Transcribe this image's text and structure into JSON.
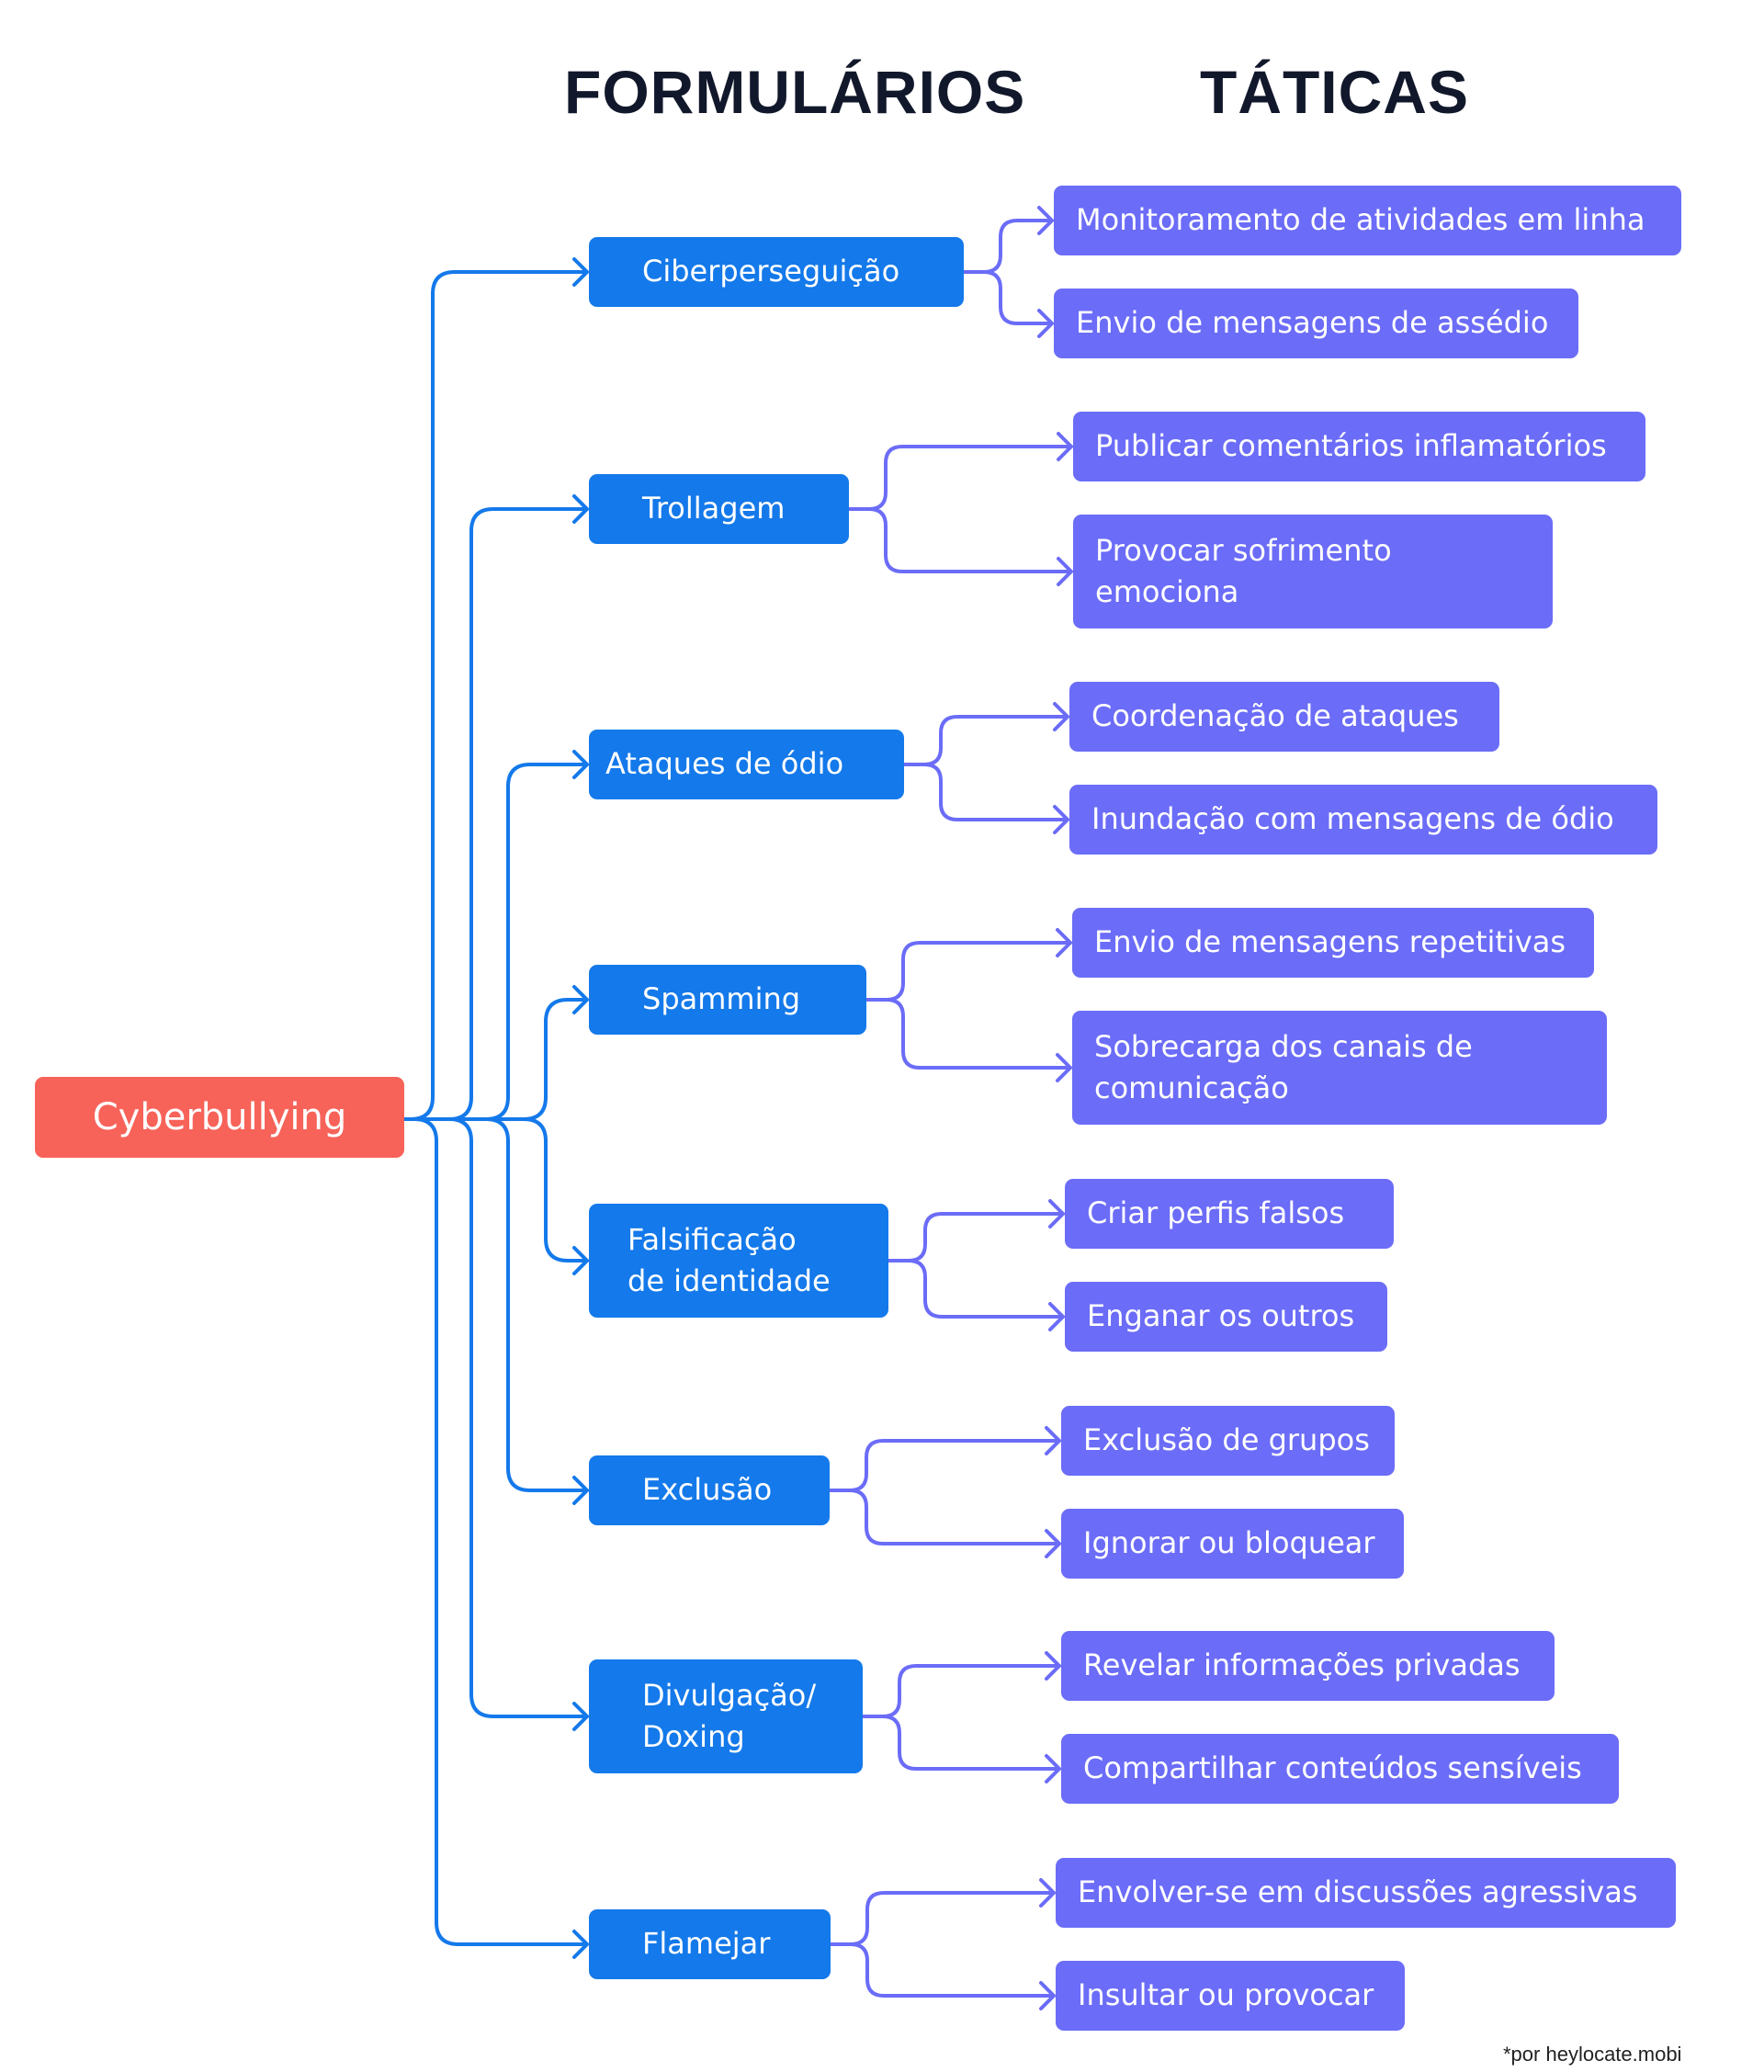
{
  "headings": {
    "forms": "FORMULÁRIOS",
    "tactics": "TÁTICAS"
  },
  "root": {
    "label": "Cyberbullying"
  },
  "colors": {
    "root": "#f76359",
    "form_node": "#1479ea",
    "tactic_node": "#6b6cf7",
    "root_connector": "#1479ea",
    "tactic_connector": "#6b6cf7",
    "heading": "#12182b"
  },
  "forms": [
    {
      "label": "Ciberperseguição",
      "tactics": [
        "Monitoramento de atividades em linha",
        "Envio de mensagens de assédio"
      ]
    },
    {
      "label": "Trollagem",
      "tactics": [
        "Publicar comentários inflamatórios",
        "Provocar sofrimento\nemociona"
      ]
    },
    {
      "label": "Ataques de ódio",
      "tactics": [
        "Coordenação de ataques",
        "Inundação com mensagens de ódio"
      ]
    },
    {
      "label": "Spamming",
      "tactics": [
        "Envio de mensagens repetitivas",
        "Sobrecarga dos canais de\ncomunicação"
      ]
    },
    {
      "label": "Falsificação\nde identidade",
      "tactics": [
        "Criar perfis falsos",
        "Enganar os outros"
      ]
    },
    {
      "label": "Exclusão",
      "tactics": [
        "Exclusão de grupos",
        "Ignorar ou bloquear"
      ]
    },
    {
      "label": "Divulgação/\nDoxing",
      "tactics": [
        "Revelar informações privadas",
        "Compartilhar conteúdos sensíveis"
      ]
    },
    {
      "label": "Flamejar",
      "tactics": [
        "Envolver-se em discussões agressivas",
        "Insultar ou provocar"
      ]
    }
  ],
  "credit": "*por heylocate.mobi"
}
